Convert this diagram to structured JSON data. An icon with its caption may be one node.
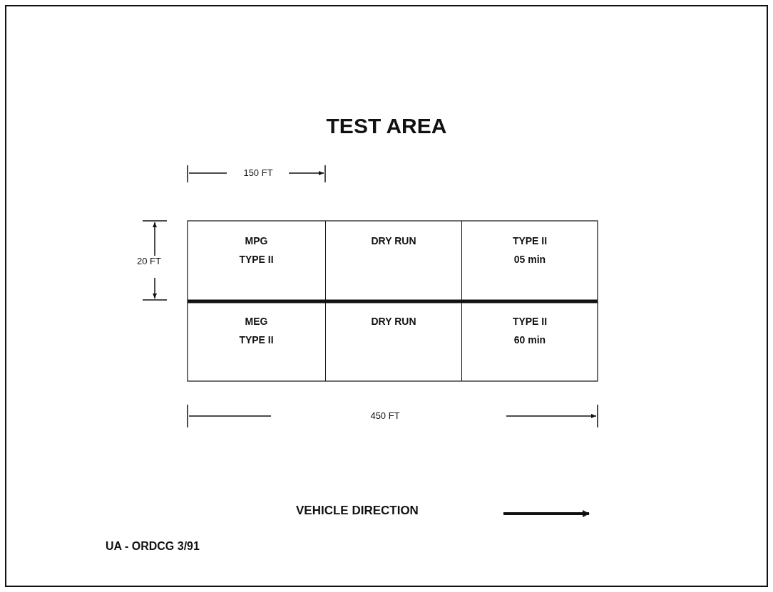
{
  "diagram": {
    "title": "TEST AREA",
    "nodes": [
      {
        "text": [
          "MPG",
          "TYPE II"
        ]
      },
      {
        "text": [
          "DRY RUN"
        ]
      },
      {
        "text": [
          "TYPE II",
          "05 min"
        ]
      },
      {
        "text": [
          "MEG",
          "TYPE II"
        ]
      },
      {
        "text": [
          "DRY RUN"
        ]
      },
      {
        "text": [
          "TYPE II",
          "60 min"
        ]
      }
    ],
    "labels": [
      "150 FT",
      "20 FT",
      "450 FT",
      "VEHICLE DIRECTION",
      "UA - ORDCG 3/91"
    ]
  }
}
